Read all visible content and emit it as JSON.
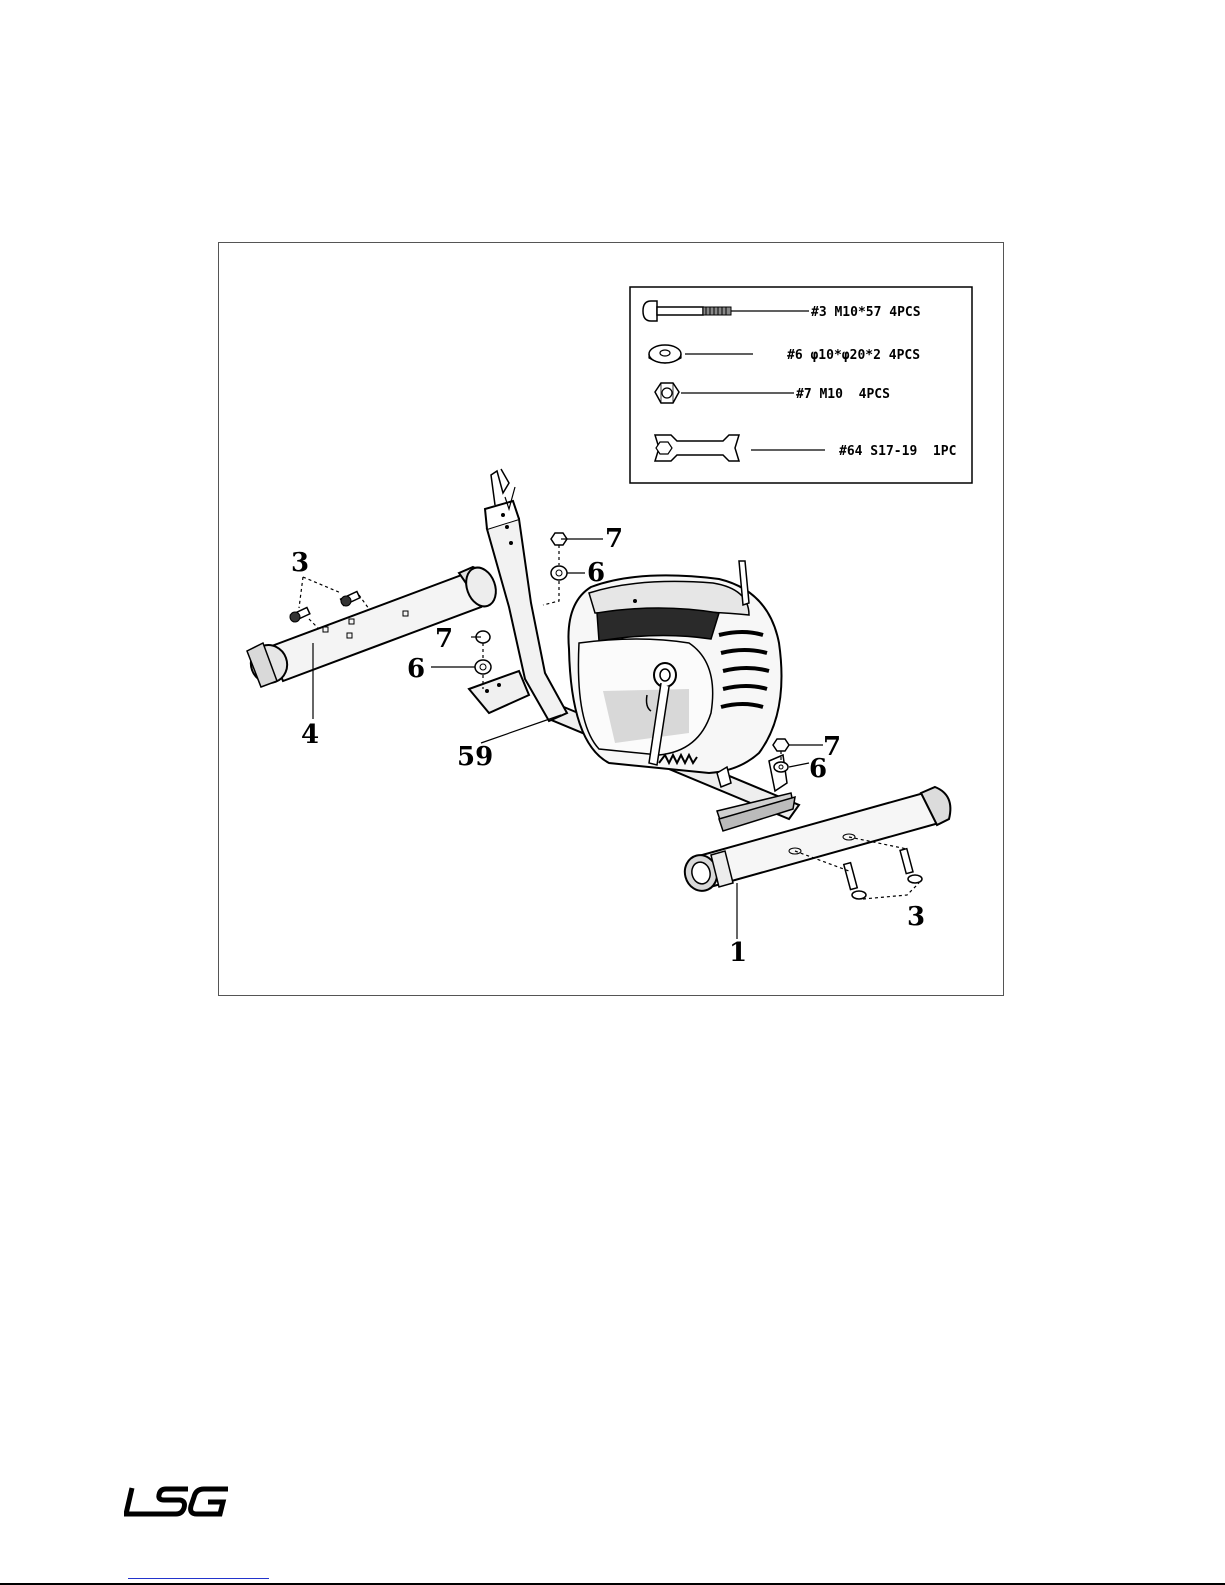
{
  "legend": {
    "items": [
      {
        "id": "bolt",
        "text": "#3 M10*57 4PCS",
        "icon": "carriage-bolt-icon"
      },
      {
        "id": "washer",
        "text": "#6 φ10*φ20*2 4PCS",
        "icon": "washer-icon"
      },
      {
        "id": "nut",
        "text": "#7 M10  4PCS",
        "icon": "nut-icon"
      },
      {
        "id": "wrench",
        "text": "#64 S17-19  1PC",
        "icon": "wrench-icon"
      }
    ]
  },
  "callouts": {
    "c3_left": "3",
    "c4": "4",
    "c7_top": "7",
    "c6_top": "6",
    "c7_mid": "7",
    "c6_mid": "6",
    "c59": "59",
    "c7_right": "7",
    "c6_right": "6",
    "c3_right": "3",
    "c1": "1"
  },
  "brand": {
    "logo_text": "LSG",
    "logo_icon": "lsg-logo-icon"
  }
}
